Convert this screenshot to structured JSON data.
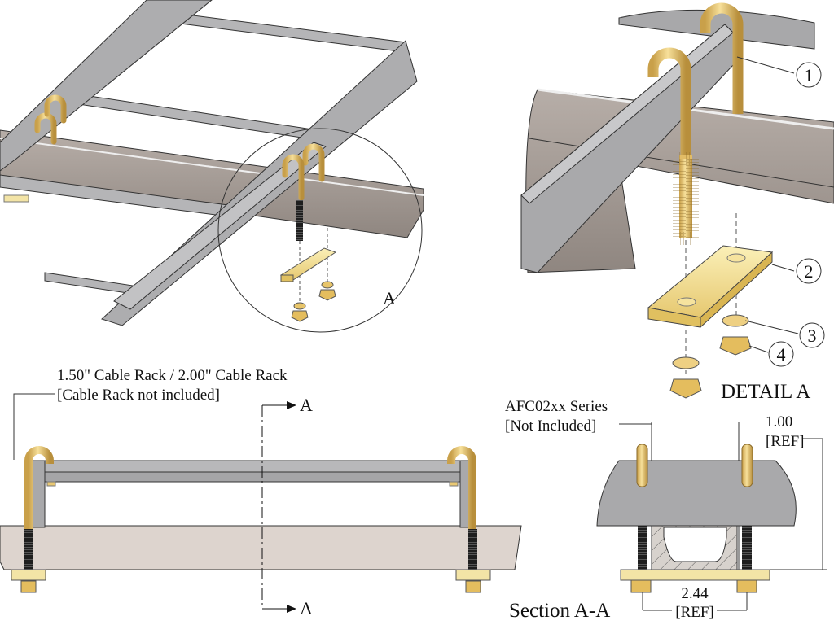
{
  "views": {
    "isometric": {
      "callout_label": "A"
    },
    "detail": {
      "title": "DETAIL A",
      "balloons": [
        {
          "number": "1",
          "part": "J-bolt"
        },
        {
          "number": "2",
          "part": "clamp plate"
        },
        {
          "number": "3",
          "part": "washer"
        },
        {
          "number": "4",
          "part": "hex nut"
        }
      ]
    },
    "front": {
      "note_line1": "1.50\" Cable Rack  / 2.00\" Cable Rack",
      "note_line2": "[Cable Rack not included]",
      "section_marker_top": "A",
      "section_marker_bottom": "A"
    },
    "section": {
      "title": "Section A-A",
      "note_line1": "AFC02xx Series",
      "note_line2": "[Not Included]",
      "dim_height_value": "1.00",
      "dim_height_ref": "[REF]",
      "dim_width_value": "2.44",
      "dim_width_ref": "[REF]"
    }
  },
  "colors": {
    "rack_steel": "#a9a9ab",
    "rack_steel_light": "#c8c8ca",
    "channel": "#a39a93",
    "channel_light": "#d9d1cb",
    "brass": "#e9c873",
    "brass_dark": "#b88f3c",
    "plate": "#f3e4a6",
    "thread": "#2a2a2a",
    "line": "#222222"
  }
}
